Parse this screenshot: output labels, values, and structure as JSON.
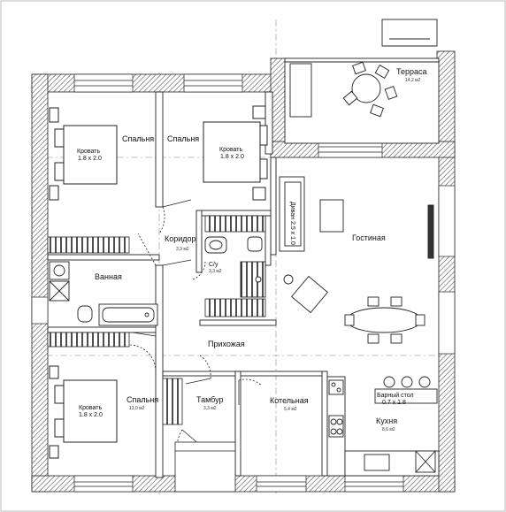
{
  "rooms": {
    "terrace": {
      "name": "Терраса",
      "area": "14,2 м2"
    },
    "bedroom_nw": {
      "name": "Спальня",
      "bed": "Кровать",
      "bed_size": "1.8 х 2.0"
    },
    "bedroom_n": {
      "name": "Спальня",
      "bed": "Кровать",
      "bed_size": "1.8 х 2.0"
    },
    "corridor": {
      "name": "Коридор",
      "area": "3,3 м2"
    },
    "wc": {
      "name": "С/у",
      "area": "3,3 м2"
    },
    "bathroom": {
      "name": "Ванная"
    },
    "living": {
      "name": "Гостиная",
      "sofa": "Диван 2.5 х 1.0"
    },
    "hallway": {
      "name": "Прихожая"
    },
    "bedroom_sw": {
      "name": "Спальня",
      "area": "13,0 м2",
      "bed": "Кровать",
      "bed_size": "1.8 х 2.0"
    },
    "vestibule": {
      "name": "Тамбур",
      "area": "3,3 м2"
    },
    "boiler": {
      "name": "Котельная",
      "area": "5,4 м2"
    },
    "kitchen": {
      "name": "Кухня",
      "area": "8,6 м2",
      "bar": "Барный стол",
      "bar_size": "0.7 х 1.8"
    }
  },
  "colors": {
    "wall": "#ffffff",
    "hatch": "#555555",
    "line": "#222222",
    "axis": "#888888"
  }
}
